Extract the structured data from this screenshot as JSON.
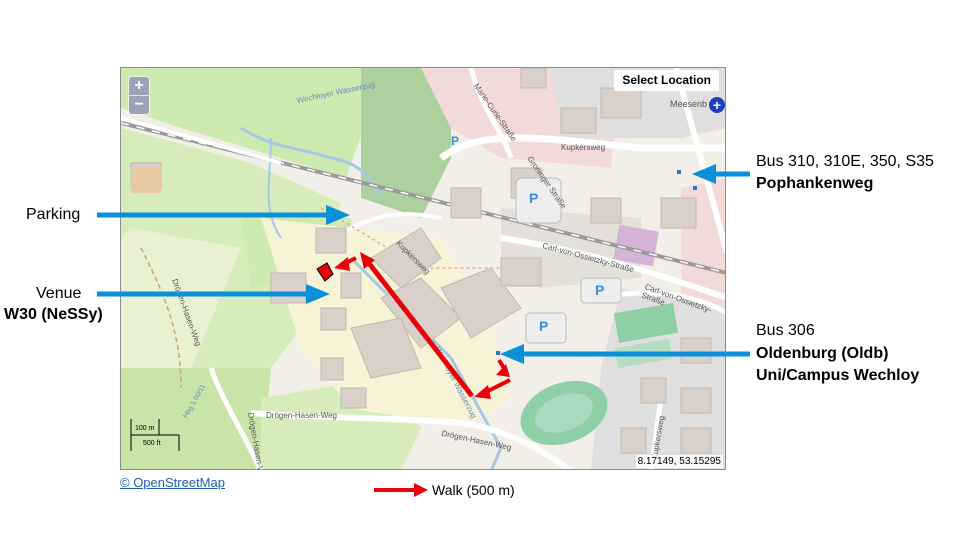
{
  "map": {
    "select_location": "Select Location",
    "zoom_in": "+",
    "zoom_out": "−",
    "coordinates": "8.17149, 53.15295",
    "scale_metric": "100 m",
    "scale_imperial": "500 ft",
    "attribution": "© OpenStreetMap",
    "place_meesenb": "Meesenb",
    "streets": {
      "wechloyer_wasserzug": "Wechloyer Wasserzug",
      "marie_curie": "Marie-Curie-Straße",
      "kupkersweg_top": "Kupkersweg",
      "kupkersweg_mid": "Kupkersweg",
      "groninger": "Groninger Straße",
      "carl_ossietzky_1": "Carl-von-Ossietzky-Straße",
      "carl_ossietzky_2": "Carl-von-Ossietzky-Straße",
      "droegen_hasen_1": "Drögen-Hasen-Weg",
      "droegen_hasen_2": "Drögen-Hasen-Weg",
      "droegen_hasen_3": "Drögen-Hasen-Weg",
      "droegen_hasen_4": "Drögen-Hasen-Weg",
      "wechloyer_wasserzug_2": "Wechloyer Wasserzug",
      "kupkersweg_right": "Kupkersweg",
      "hbg": "Hbg 1.00/11"
    },
    "parking_symbol": "P"
  },
  "labels": {
    "parking": "Parking",
    "venue_line1": "Venue",
    "venue_line2": "W30 (NeSSy)",
    "bus_top_line1": "Bus 310, 310E, 350, S35",
    "bus_top_line2": "Pophankenweg",
    "bus_bottom_line1": "Bus 306",
    "bus_bottom_line2": "Oldenburg (Oldb)",
    "bus_bottom_line3": "Uni/Campus Wechloy"
  },
  "legend": {
    "walk_label": "Walk (500 m)"
  },
  "colors": {
    "arrow_blue": "#0a8fd9",
    "walk_red": "#e8000b",
    "park_green": "#cdebb0",
    "forest_green": "#add19e",
    "residential": "#e0dfdf",
    "commercial": "#f2dad9",
    "building": "#d9d0c9",
    "link": "#1a5fb4"
  }
}
